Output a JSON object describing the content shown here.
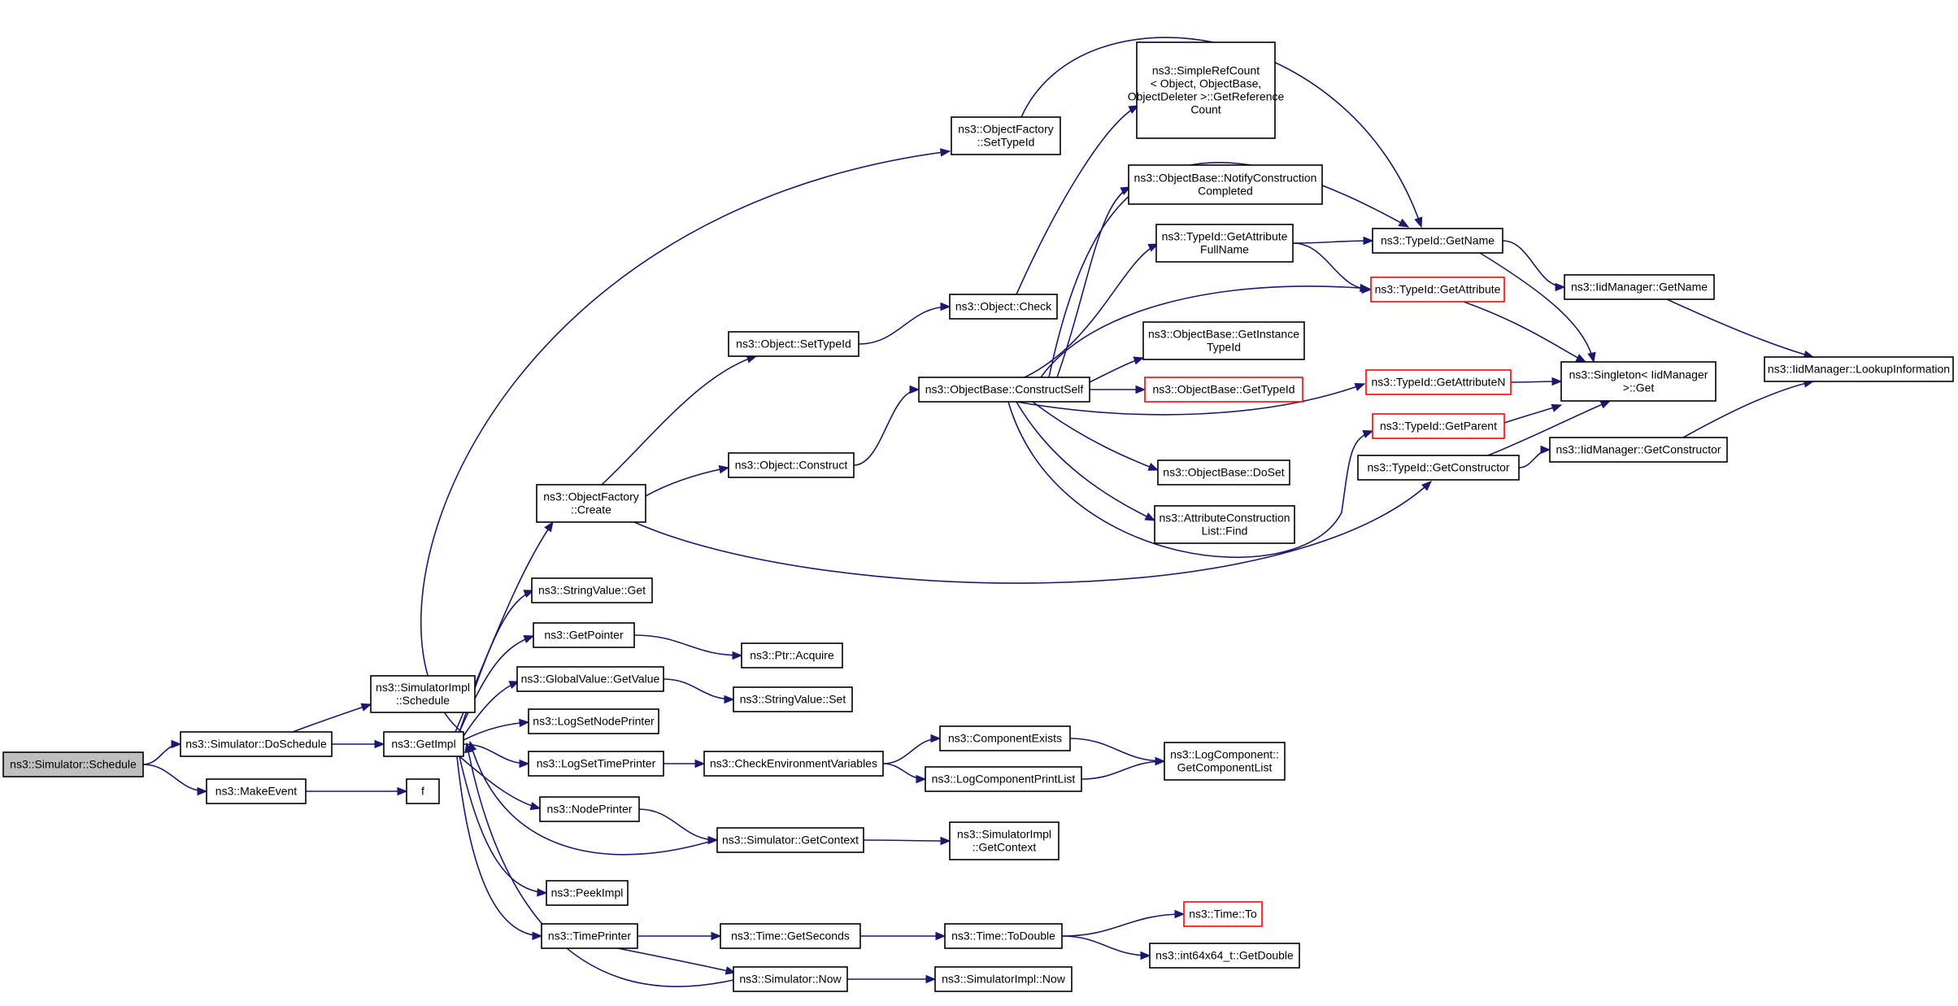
{
  "diagram": {
    "style": {
      "edge_color": "#191970",
      "node_border": "#000000",
      "red_node_border": "#ff0000",
      "root_fill": "#bfbfbf",
      "background": "#ffffff"
    },
    "nodes": [
      {
        "id": "schedule",
        "lines": [
          "ns3::Simulator::Schedule"
        ],
        "style": "root"
      },
      {
        "id": "doSchedule",
        "lines": [
          "ns3::Simulator::DoSchedule"
        ]
      },
      {
        "id": "makeEvent",
        "lines": [
          "ns3::MakeEvent"
        ]
      },
      {
        "id": "implSchedule",
        "lines": [
          "ns3::SimulatorImpl",
          "::Schedule"
        ]
      },
      {
        "id": "getImpl",
        "lines": [
          "ns3::GetImpl"
        ]
      },
      {
        "id": "f",
        "lines": [
          "f"
        ]
      },
      {
        "id": "ofCreate",
        "lines": [
          "ns3::ObjectFactory",
          "::Create"
        ]
      },
      {
        "id": "stringValueGet",
        "lines": [
          "ns3::StringValue::Get"
        ]
      },
      {
        "id": "getPointer",
        "lines": [
          "ns3::GetPointer"
        ]
      },
      {
        "id": "gvGetValue",
        "lines": [
          "ns3::GlobalValue::GetValue"
        ]
      },
      {
        "id": "logSetNodePrinter",
        "lines": [
          "ns3::LogSetNodePrinter"
        ]
      },
      {
        "id": "logSetTimePrinter",
        "lines": [
          "ns3::LogSetTimePrinter"
        ]
      },
      {
        "id": "nodePrinter",
        "lines": [
          "ns3::NodePrinter"
        ]
      },
      {
        "id": "peekImpl",
        "lines": [
          "ns3::PeekImpl"
        ]
      },
      {
        "id": "timePrinter",
        "lines": [
          "ns3::TimePrinter"
        ]
      },
      {
        "id": "ofSetTypeId",
        "lines": [
          "ns3::ObjectFactory",
          "::SetTypeId"
        ]
      },
      {
        "id": "objSetTypeId",
        "lines": [
          "ns3::Object::SetTypeId"
        ]
      },
      {
        "id": "objConstruct",
        "lines": [
          "ns3::Object::Construct"
        ]
      },
      {
        "id": "ptrAcquire",
        "lines": [
          "ns3::Ptr::Acquire"
        ]
      },
      {
        "id": "stringValueSet",
        "lines": [
          "ns3::StringValue::Set"
        ]
      },
      {
        "id": "checkEnv",
        "lines": [
          "ns3::CheckEnvironmentVariables"
        ]
      },
      {
        "id": "simGetContext",
        "lines": [
          "ns3::Simulator::GetContext"
        ]
      },
      {
        "id": "timeGetSeconds",
        "lines": [
          "ns3::Time::GetSeconds"
        ]
      },
      {
        "id": "simNow",
        "lines": [
          "ns3::Simulator::Now"
        ]
      },
      {
        "id": "objCheck",
        "lines": [
          "ns3::Object::Check"
        ]
      },
      {
        "id": "constructSelf",
        "lines": [
          "ns3::ObjectBase::ConstructSelf"
        ]
      },
      {
        "id": "compExists",
        "lines": [
          "ns3::ComponentExists"
        ]
      },
      {
        "id": "logCompPrintList",
        "lines": [
          "ns3::LogComponentPrintList"
        ]
      },
      {
        "id": "implGetContext",
        "lines": [
          "ns3::SimulatorImpl",
          "::GetContext"
        ]
      },
      {
        "id": "timeToDouble",
        "lines": [
          "ns3::Time::ToDouble"
        ]
      },
      {
        "id": "implNow",
        "lines": [
          "ns3::SimulatorImpl::Now"
        ]
      },
      {
        "id": "simpleRefCount",
        "lines": [
          "ns3::SimpleRefCount",
          "< Object, ObjectBase,",
          "ObjectDeleter >::GetReference",
          "Count"
        ]
      },
      {
        "id": "notifyConstruction",
        "lines": [
          "ns3::ObjectBase::NotifyConstruction",
          "Completed"
        ]
      },
      {
        "id": "getAttrFullName",
        "lines": [
          "ns3::TypeId::GetAttribute",
          "FullName"
        ]
      },
      {
        "id": "getInstanceTypeId",
        "lines": [
          "ns3::ObjectBase::GetInstance",
          "TypeId"
        ]
      },
      {
        "id": "obGetTypeId",
        "lines": [
          "ns3::ObjectBase::GetTypeId"
        ],
        "style": "red"
      },
      {
        "id": "obDoSet",
        "lines": [
          "ns3::ObjectBase::DoSet"
        ]
      },
      {
        "id": "acListFind",
        "lines": [
          "ns3::AttributeConstruction",
          "List::Find"
        ]
      },
      {
        "id": "logCompGetList",
        "lines": [
          "ns3::LogComponent::",
          "GetComponentList"
        ]
      },
      {
        "id": "timeTo",
        "lines": [
          "ns3::Time::To"
        ],
        "style": "red"
      },
      {
        "id": "int64GetDouble",
        "lines": [
          "ns3::int64x64_t::GetDouble"
        ]
      },
      {
        "id": "typeIdGetName",
        "lines": [
          "ns3::TypeId::GetName"
        ]
      },
      {
        "id": "typeIdGetAttribute",
        "lines": [
          "ns3::TypeId::GetAttribute"
        ],
        "style": "red"
      },
      {
        "id": "typeIdGetAttributeN",
        "lines": [
          "ns3::TypeId::GetAttributeN"
        ],
        "style": "red"
      },
      {
        "id": "typeIdGetParent",
        "lines": [
          "ns3::TypeId::GetParent"
        ],
        "style": "red"
      },
      {
        "id": "typeIdGetConstructor",
        "lines": [
          "ns3::TypeId::GetConstructor"
        ]
      },
      {
        "id": "iidGetName",
        "lines": [
          "ns3::IidManager::GetName"
        ]
      },
      {
        "id": "singletonGet",
        "lines": [
          "ns3::Singleton< IidManager",
          ">::Get"
        ]
      },
      {
        "id": "iidGetConstructor",
        "lines": [
          "ns3::IidManager::GetConstructor"
        ]
      },
      {
        "id": "iidLookup",
        "lines": [
          "ns3::IidManager::LookupInformation"
        ]
      }
    ],
    "edges": [
      [
        "schedule",
        "doSchedule"
      ],
      [
        "schedule",
        "makeEvent"
      ],
      [
        "doSchedule",
        "implSchedule"
      ],
      [
        "doSchedule",
        "getImpl"
      ],
      [
        "makeEvent",
        "f"
      ],
      [
        "getImpl",
        "ofCreate"
      ],
      [
        "getImpl",
        "stringValueGet"
      ],
      [
        "getImpl",
        "getPointer"
      ],
      [
        "getImpl",
        "gvGetValue"
      ],
      [
        "getImpl",
        "logSetNodePrinter"
      ],
      [
        "getImpl",
        "logSetTimePrinter"
      ],
      [
        "getImpl",
        "nodePrinter"
      ],
      [
        "getImpl",
        "peekImpl"
      ],
      [
        "getImpl",
        "timePrinter"
      ],
      [
        "getImpl",
        "ofSetTypeId"
      ],
      [
        "ofCreate",
        "objSetTypeId"
      ],
      [
        "ofCreate",
        "objConstruct"
      ],
      [
        "ofCreate",
        "typeIdGetConstructor"
      ],
      [
        "getPointer",
        "ptrAcquire"
      ],
      [
        "gvGetValue",
        "stringValueSet"
      ],
      [
        "logSetTimePrinter",
        "checkEnv"
      ],
      [
        "nodePrinter",
        "simGetContext"
      ],
      [
        "simGetContext",
        "getImpl"
      ],
      [
        "simGetContext",
        "implGetContext"
      ],
      [
        "timePrinter",
        "timeGetSeconds"
      ],
      [
        "timePrinter",
        "simNow"
      ],
      [
        "simNow",
        "getImpl"
      ],
      [
        "simNow",
        "implNow"
      ],
      [
        "ofSetTypeId",
        "typeIdGetName"
      ],
      [
        "objSetTypeId",
        "objCheck"
      ],
      [
        "objCheck",
        "simpleRefCount"
      ],
      [
        "objConstruct",
        "constructSelf"
      ],
      [
        "checkEnv",
        "compExists"
      ],
      [
        "checkEnv",
        "logCompPrintList"
      ],
      [
        "compExists",
        "logCompGetList"
      ],
      [
        "logCompPrintList",
        "logCompGetList"
      ],
      [
        "timeGetSeconds",
        "timeToDouble"
      ],
      [
        "timeToDouble",
        "timeTo"
      ],
      [
        "timeToDouble",
        "int64GetDouble"
      ],
      [
        "constructSelf",
        "notifyConstruction"
      ],
      [
        "constructSelf",
        "getAttrFullName"
      ],
      [
        "constructSelf",
        "typeIdGetName"
      ],
      [
        "constructSelf",
        "typeIdGetAttribute"
      ],
      [
        "constructSelf",
        "getInstanceTypeId"
      ],
      [
        "constructSelf",
        "obGetTypeId"
      ],
      [
        "constructSelf",
        "typeIdGetAttributeN"
      ],
      [
        "constructSelf",
        "obDoSet"
      ],
      [
        "constructSelf",
        "acListFind"
      ],
      [
        "constructSelf",
        "typeIdGetParent"
      ],
      [
        "getAttrFullName",
        "typeIdGetName"
      ],
      [
        "getAttrFullName",
        "typeIdGetAttribute"
      ],
      [
        "typeIdGetName",
        "iidGetName"
      ],
      [
        "typeIdGetName",
        "singletonGet"
      ],
      [
        "typeIdGetAttribute",
        "singletonGet"
      ],
      [
        "typeIdGetAttributeN",
        "singletonGet"
      ],
      [
        "typeIdGetParent",
        "singletonGet"
      ],
      [
        "typeIdGetConstructor",
        "singletonGet"
      ],
      [
        "typeIdGetConstructor",
        "iidGetConstructor"
      ],
      [
        "iidGetName",
        "iidLookup"
      ],
      [
        "iidGetConstructor",
        "iidLookup"
      ]
    ]
  }
}
